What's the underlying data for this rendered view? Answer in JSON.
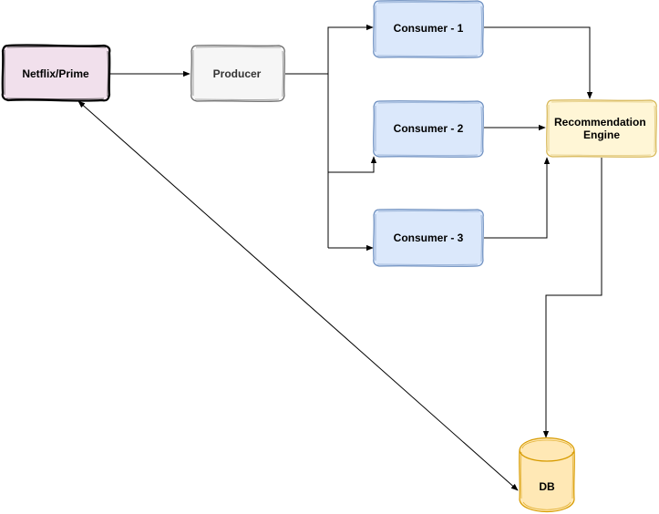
{
  "nodes": {
    "netflix": {
      "label": "Netflix/Prime",
      "fill": "#f1e0ec",
      "stroke": "#000000"
    },
    "producer": {
      "label": "Producer",
      "fill": "#f6f6f6",
      "stroke": "#666666"
    },
    "consumer1": {
      "label": "Consumer - 1",
      "fill": "#dbe8fb",
      "stroke": "#6c8ebf"
    },
    "consumer2": {
      "label": "Consumer - 2",
      "fill": "#dbe8fb",
      "stroke": "#6c8ebf"
    },
    "consumer3": {
      "label": "Consumer - 3",
      "fill": "#dbe8fb",
      "stroke": "#6c8ebf"
    },
    "engine": {
      "label_line1": "Recommendation",
      "label_line2": "Engine",
      "fill": "#fff6d6",
      "stroke": "#d6b656"
    },
    "db": {
      "label": "DB",
      "fill": "#ffe8b5",
      "stroke": "#d79b00"
    }
  }
}
